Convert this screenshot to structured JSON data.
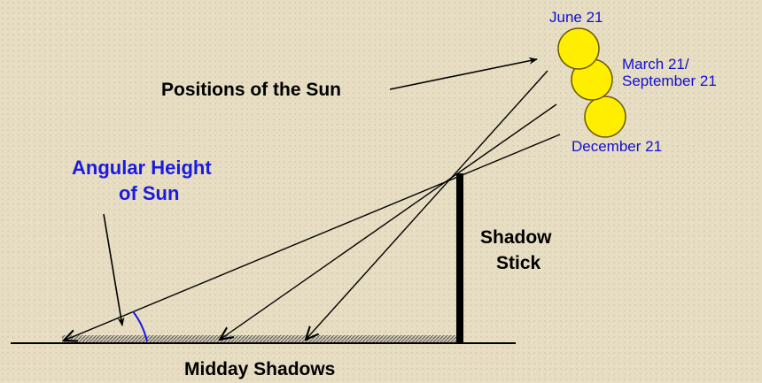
{
  "diagram": {
    "labels": {
      "positions_of_sun": "Positions of the Sun",
      "june": "June 21",
      "march_line1": "March 21/",
      "march_line2": "September 21",
      "december": "December 21",
      "angular_line1": "Angular Height",
      "angular_line2": "of Sun",
      "shadow_stick_line1": "Shadow",
      "shadow_stick_line2": "Stick",
      "midday_shadows": "Midday Shadows"
    },
    "colors": {
      "sun_fill": "#ffee00",
      "sun_stroke": "#6a5a00",
      "accent_blue": "#1a1ae0",
      "ink": "#000000"
    }
  }
}
